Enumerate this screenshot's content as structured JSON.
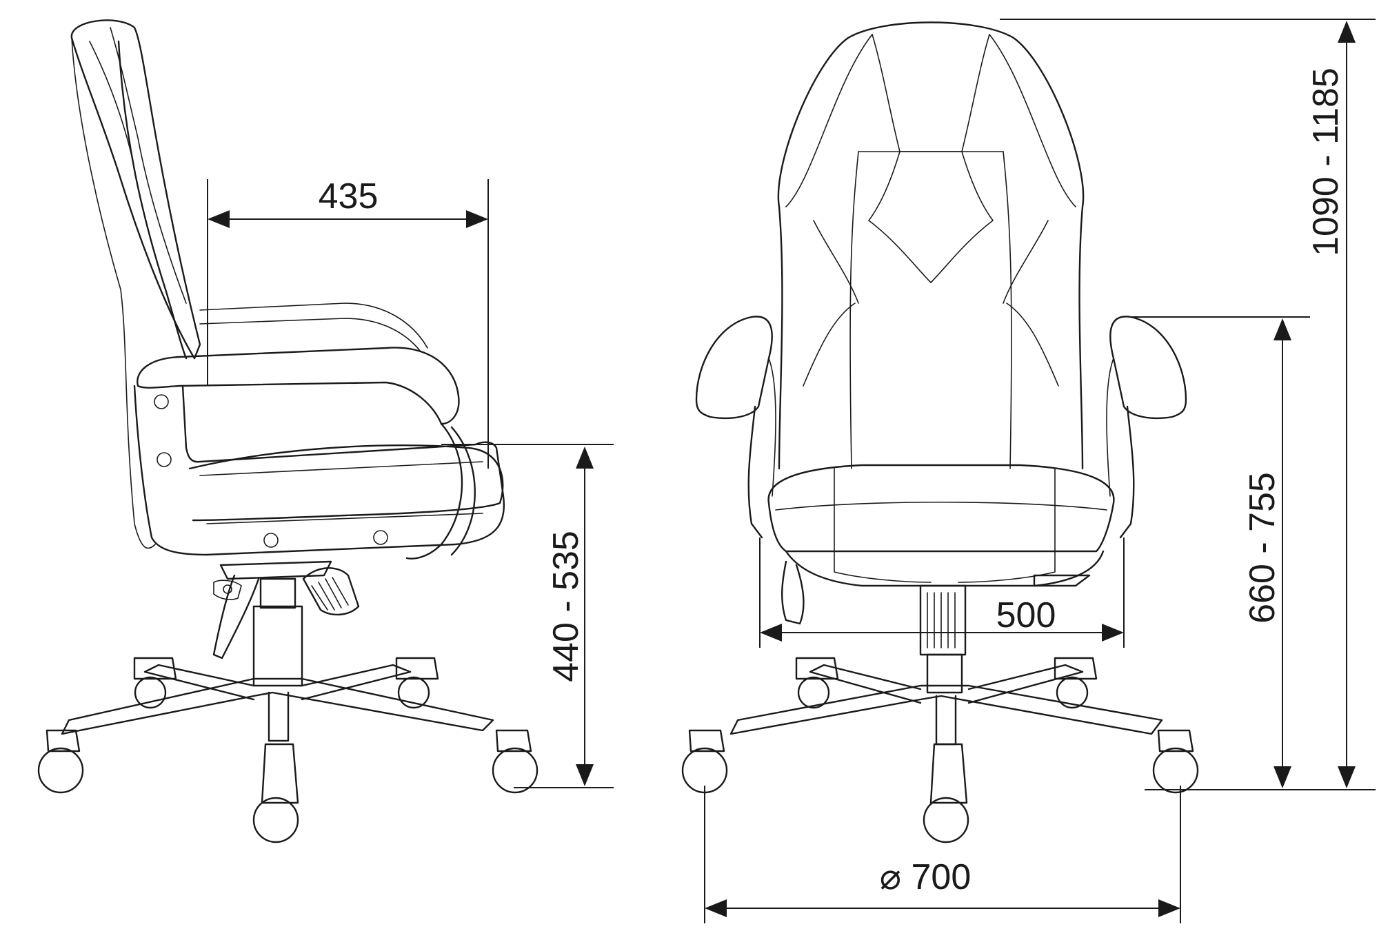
{
  "dimensions": {
    "seat_depth": "435",
    "seat_height": "440 - 535",
    "seat_width": "500",
    "armrest_height": "660 - 755",
    "total_height": "1090 - 1185",
    "base_diameter": "⌀ 700"
  },
  "colors": {
    "line": "#1a1a1a",
    "background": "#ffffff"
  }
}
